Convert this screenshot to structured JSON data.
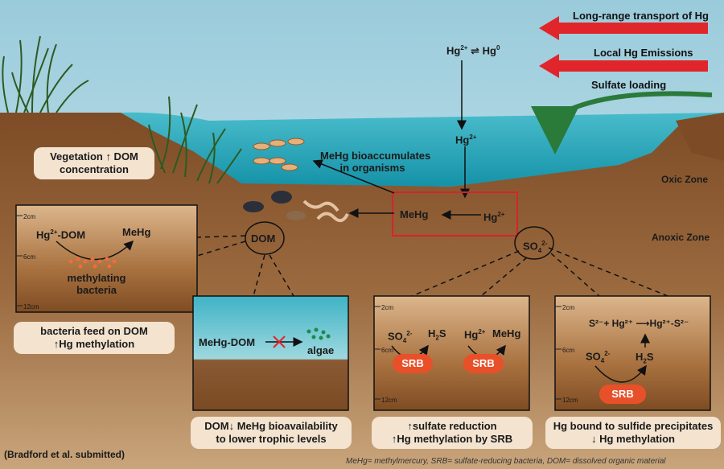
{
  "arrows": {
    "long_range": "Long-range transport of Hg",
    "local": "Local Hg Emissions",
    "sulfate": "Sulfate loading"
  },
  "water_chem": {
    "hg2": "Hg",
    "hg2_sup": "2+",
    "eq_sym": "⇌",
    "hg0": "Hg",
    "hg0_sup": "0",
    "hg2_mid": "Hg",
    "hg2_mid_sup": "2+"
  },
  "bioaccum": {
    "line1": "MeHg bioaccumulates",
    "line2": "in organisms"
  },
  "zones": {
    "oxic": "Oxic Zone",
    "anoxic": "Anoxic Zone"
  },
  "methylation_box": {
    "mehg": "MeHg",
    "hg2": "Hg",
    "hg2_sup": "2+"
  },
  "vegetation_label": {
    "line1": "Vegetation ↑ DOM",
    "line2": "concentration"
  },
  "circles": {
    "dom": "DOM",
    "so4": "SO",
    "so4_sub": "4",
    "so4_sup": "2-"
  },
  "panel_left": {
    "tick_2": "2cm",
    "tick_6": "6cm",
    "tick_12": "12cm",
    "hgdom": "Hg",
    "hgdom_sup": "2+",
    "hgdom_suffix": "-DOM",
    "mehg": "MeHg",
    "bacteria1": "methylating",
    "bacteria2": "bacteria"
  },
  "label_left": {
    "line1": "bacteria feed on DOM",
    "line2": "↑Hg methylation"
  },
  "panel_dom": {
    "mehgdom": "MeHg-DOM",
    "algae": "algae"
  },
  "label_dom": {
    "line1": "DOM↓ MeHg bioavailability",
    "line2": "to lower trophic levels"
  },
  "panel_sulfate": {
    "tick_2": "2cm",
    "tick_6": "6cm",
    "tick_12": "12cm",
    "so4": "SO",
    "so4_sub": "4",
    "so4_sup": "2-",
    "h2s": "H",
    "h2s_sub": "2",
    "h2s_suffix": "S",
    "hg2": "Hg",
    "hg2_sup": "2+",
    "mehg": "MeHg",
    "srb1": "SRB",
    "srb2": "SRB"
  },
  "label_sulfate": {
    "line1": "↑sulfate reduction",
    "line2": "↑Hg methylation by SRB"
  },
  "panel_sulfide": {
    "tick_2": "2cm",
    "tick_6": "6cm",
    "tick_12": "12cm",
    "reaction": "S²⁻+ Hg²⁺ ⟶Hg²⁺-S²⁻",
    "so4": "SO",
    "so4_sub": "4",
    "so4_sup": "2-",
    "h2s": "H",
    "h2s_sub": "2",
    "h2s_suffix": "S",
    "srb": "SRB"
  },
  "label_sulfide": {
    "line1": "Hg bound to sulfide precipitates",
    "line2": "↓ Hg methylation"
  },
  "citation": "(Bradford et al. submitted)",
  "footnote": "MeHg= methylmercury, SRB= sulfate-reducing bacteria, DOM= dissolved organic material",
  "colors": {
    "sky": "#8fc7d9",
    "water": "#1fa0b5",
    "soil": "#8b5a33",
    "panel": "#c08a55",
    "label_bg": "#f3e3cf",
    "red_arrow": "#e0262b",
    "green_arrow": "#2a7a3a",
    "srb": "#e8502a"
  }
}
